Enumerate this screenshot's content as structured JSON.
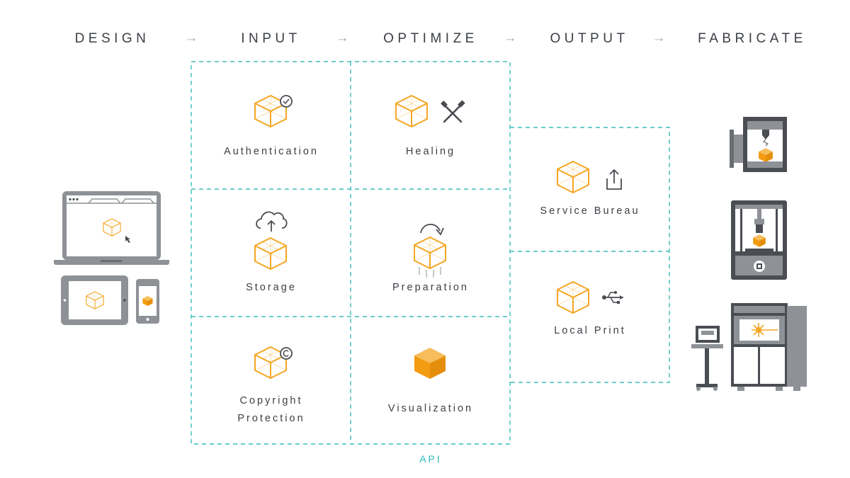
{
  "stages": [
    "DESIGN",
    "INPUT",
    "OPTIMIZE",
    "OUTPUT",
    "FABRICATE"
  ],
  "arrow_glyph": "→",
  "input_boxes": [
    {
      "label": "Authentication",
      "icon": "cube-check-icon"
    },
    {
      "label": "Storage",
      "icon": "cloud-upload-cube-icon"
    },
    {
      "label": "Copyright",
      "label2": "Protection",
      "icon": "cube-copyright-icon"
    }
  ],
  "optimize_boxes": [
    {
      "label": "Healing",
      "icon": "cube-tools-icon"
    },
    {
      "label": "Preparation",
      "icon": "cube-rotate-icon"
    },
    {
      "label": "Visualization",
      "icon": "solid-cube-icon"
    }
  ],
  "output_boxes": [
    {
      "label": "Service Bureau",
      "icon": "cube-share-icon"
    },
    {
      "label": "Local Print",
      "icon": "cube-usb-icon"
    }
  ],
  "api_label": "API",
  "colors": {
    "accent_orange": "#f5a623",
    "dashed_teal": "#39bfb9",
    "device_gray": "#8e9196",
    "device_dark": "#4a4d52",
    "text": "#3b3f45"
  }
}
